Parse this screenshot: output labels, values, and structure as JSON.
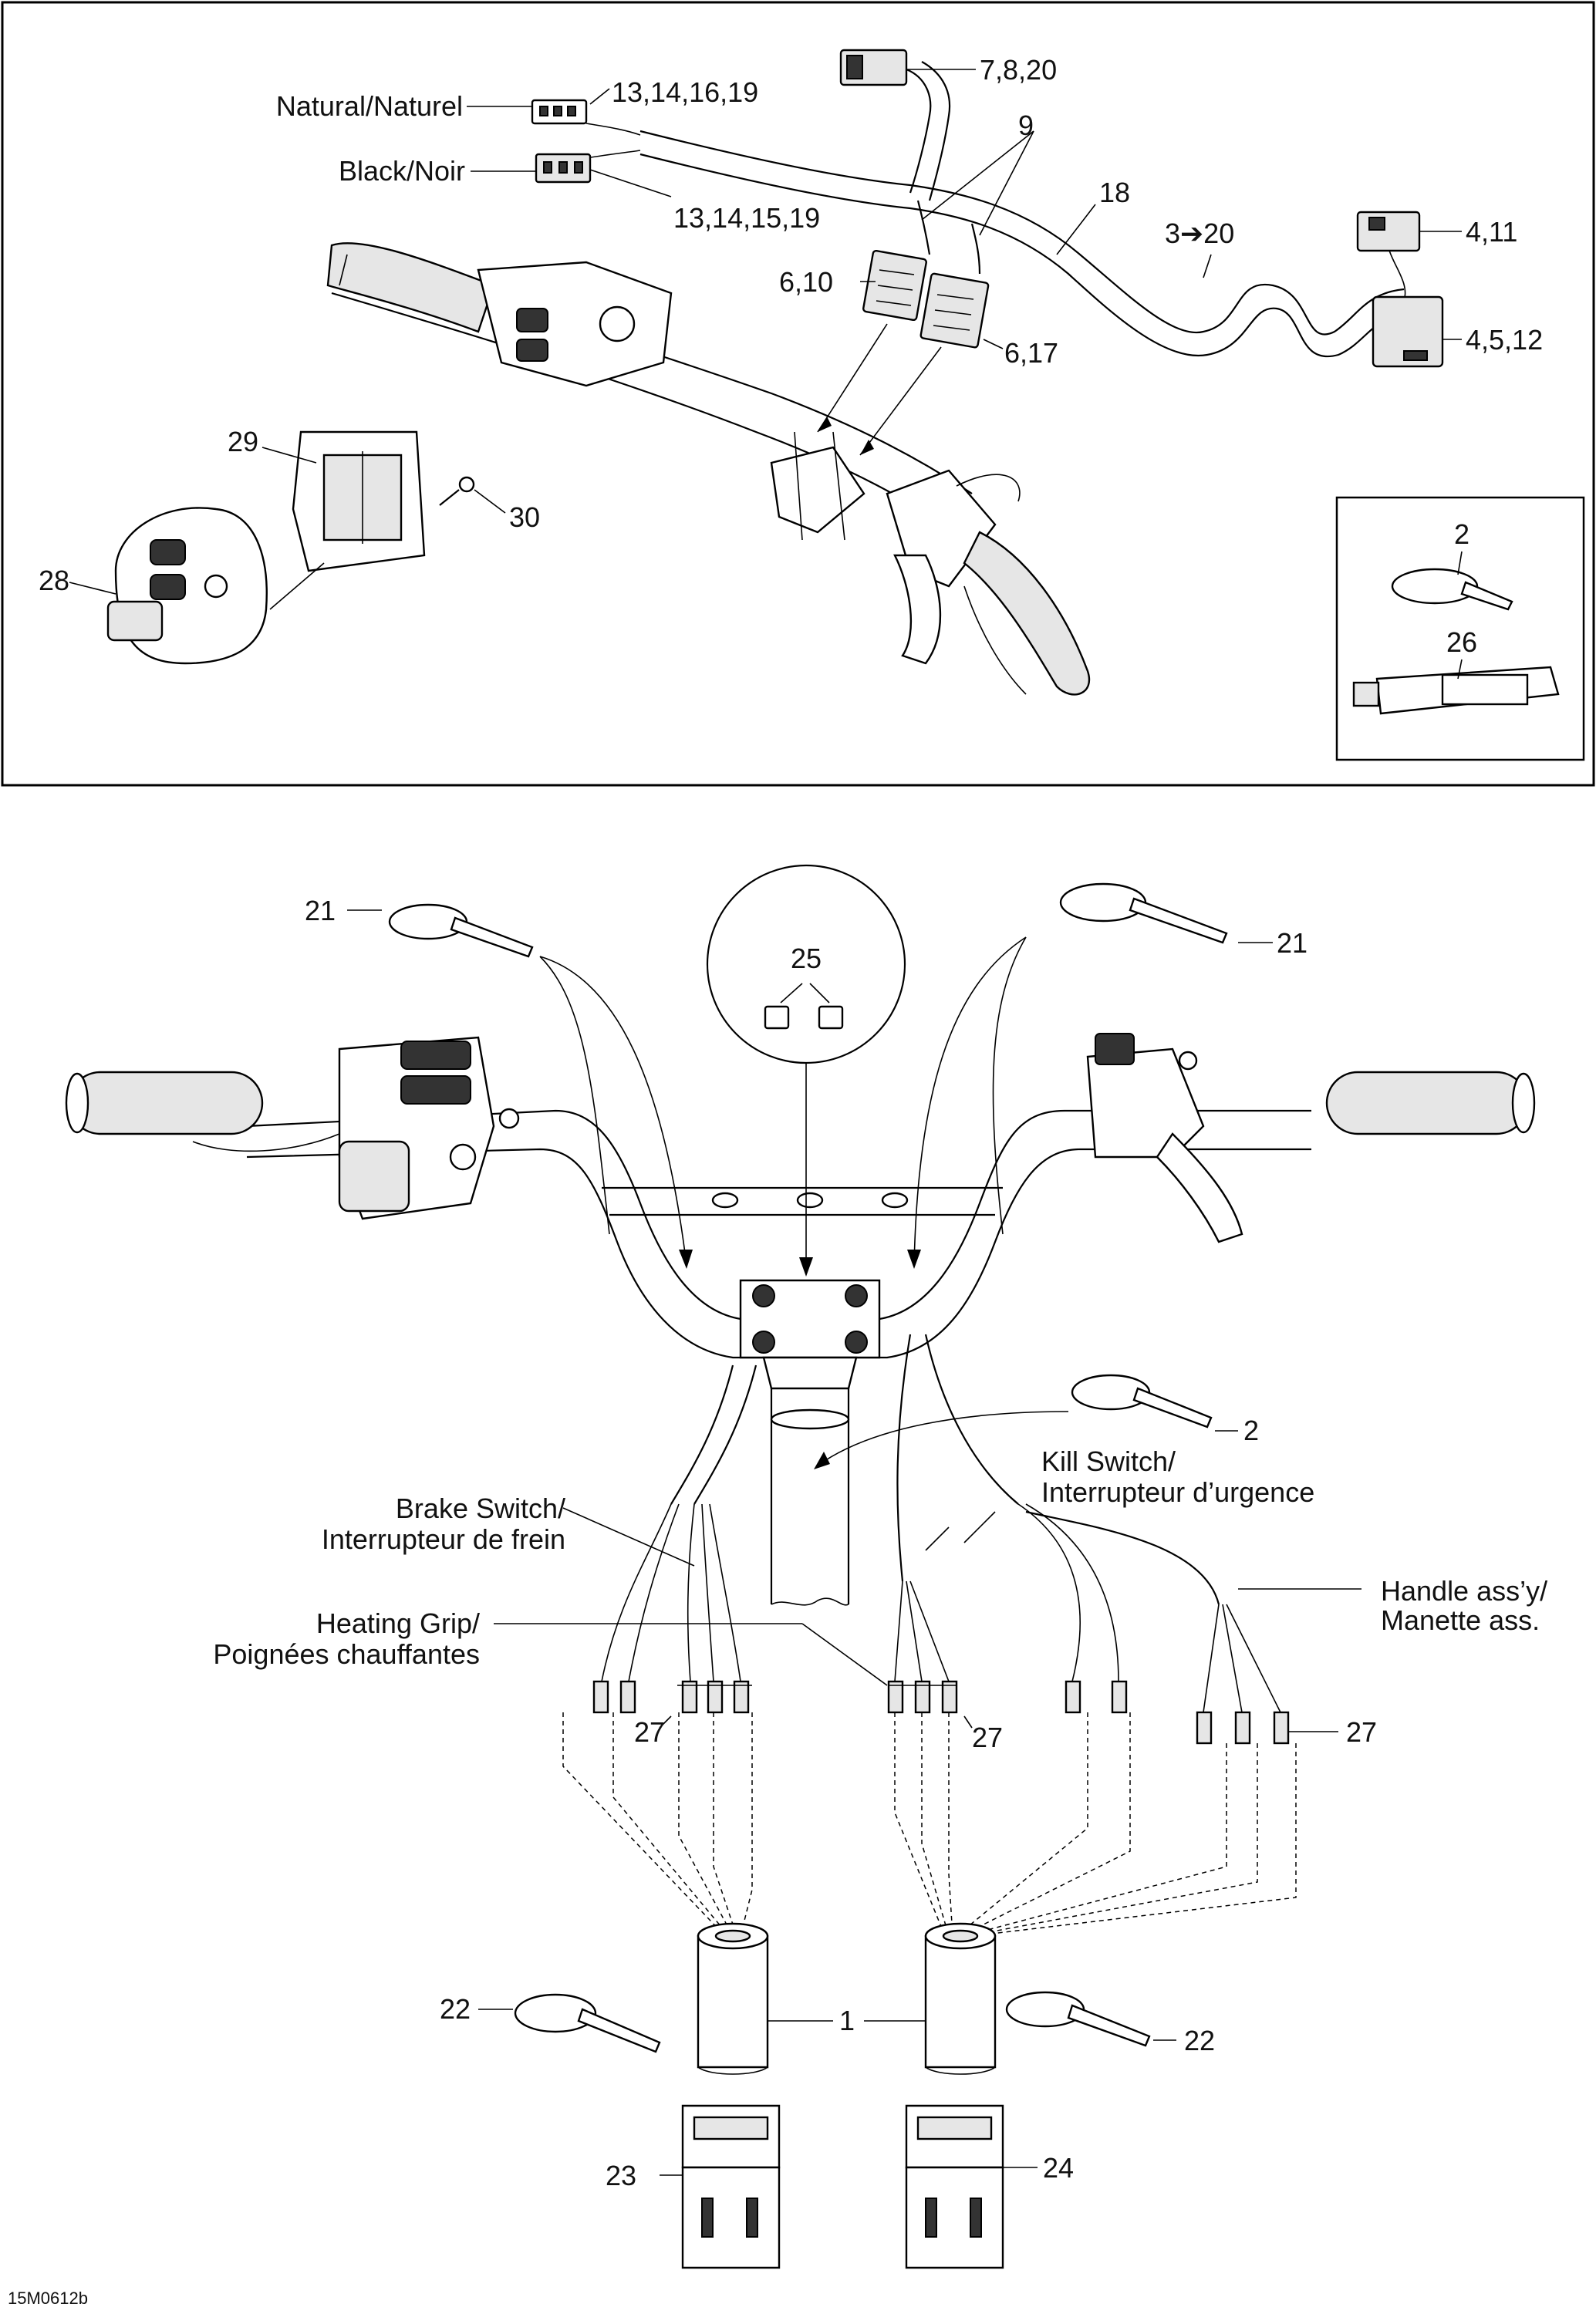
{
  "labels": {
    "natural": "Natural/Naturel",
    "black": "Black/Noir",
    "brake_line1": "Brake Switch/",
    "brake_line2": "Interrupteur de frein",
    "heating_line1": "Heating Grip/",
    "heating_line2": "Poignées chauffantes",
    "kill_line1": "Kill Switch/",
    "kill_line2": "Interrupteur d’urgence",
    "handle_line1": "Handle ass’y/",
    "handle_line2": "Manette ass.",
    "figure_code": "15M0612b"
  },
  "callouts": {
    "c_13_14_16_19": "13,14,16,19",
    "c_13_14_15_19": "13,14,15,19",
    "c_7_8_20": "7,8,20",
    "c_9": "9",
    "c_18": "18",
    "c_3_20": "3➔20",
    "c_4_11": "4,11",
    "c_4_5_12": "4,5,12",
    "c_6_10": "6,10",
    "c_6_17": "6,17",
    "c_29": "29",
    "c_30": "30",
    "c_28": "28",
    "c_2_top": "2",
    "c_26": "26",
    "c_21_left": "21",
    "c_21_right": "21",
    "c_25": "25",
    "c_2_bottom": "2",
    "c_27_a": "27",
    "c_27_b": "27",
    "c_27_c": "27",
    "c_22_left": "22",
    "c_22_right": "22",
    "c_1": "1",
    "c_23": "23",
    "c_24": "24"
  }
}
